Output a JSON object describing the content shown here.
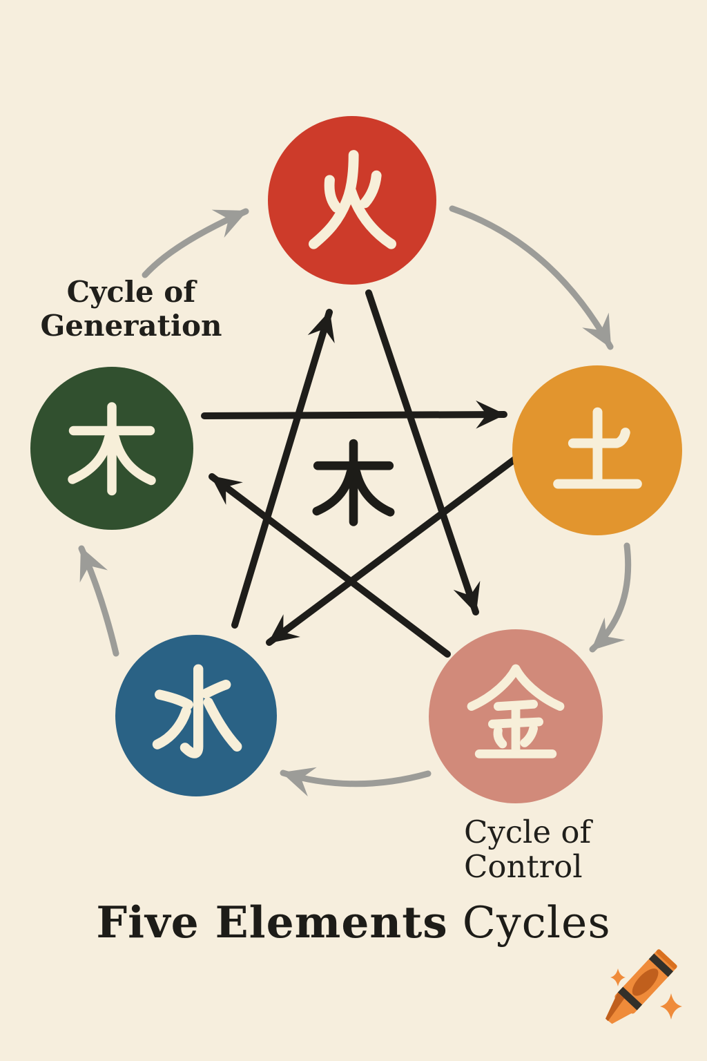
{
  "title": {
    "part1": "Five Elements",
    "part2": " Cycles"
  },
  "cycle_labels": {
    "generation": {
      "line1": "Cycle of",
      "line2": "Generation"
    },
    "control": {
      "line1": "Cycle of",
      "line2": "Control"
    }
  },
  "elements": {
    "fire": {
      "character": "火",
      "name": "fire",
      "color": "#cd3b2a"
    },
    "earth": {
      "character": "土",
      "name": "earth",
      "color": "#e2952e"
    },
    "metal": {
      "character": "金",
      "name": "metal",
      "color": "#d18a7a"
    },
    "water": {
      "character": "水",
      "name": "water",
      "color": "#2a6285"
    },
    "wood": {
      "character": "木",
      "name": "wood",
      "color": "#31502f"
    }
  },
  "center_character": "木",
  "arrows": {
    "generation_cycle": {
      "color": "#9c9c98",
      "style": "curved outer ring, clockwise",
      "links": [
        {
          "from": "wood",
          "to": "fire"
        },
        {
          "from": "fire",
          "to": "earth"
        },
        {
          "from": "earth",
          "to": "metal"
        },
        {
          "from": "metal",
          "to": "water"
        },
        {
          "from": "water",
          "to": "wood"
        }
      ]
    },
    "control_cycle": {
      "color": "#1e1d1a",
      "style": "straight inner pentagram",
      "links": [
        {
          "from": "wood",
          "to": "earth"
        },
        {
          "from": "earth",
          "to": "water"
        },
        {
          "from": "water",
          "to": "fire"
        },
        {
          "from": "fire",
          "to": "metal"
        },
        {
          "from": "metal",
          "to": "wood"
        }
      ]
    }
  },
  "background_color": "#f6eedd",
  "text_color": "#1d1c18",
  "watermark": {
    "icon": "crayon-icon",
    "color": "#ef8b3a"
  }
}
